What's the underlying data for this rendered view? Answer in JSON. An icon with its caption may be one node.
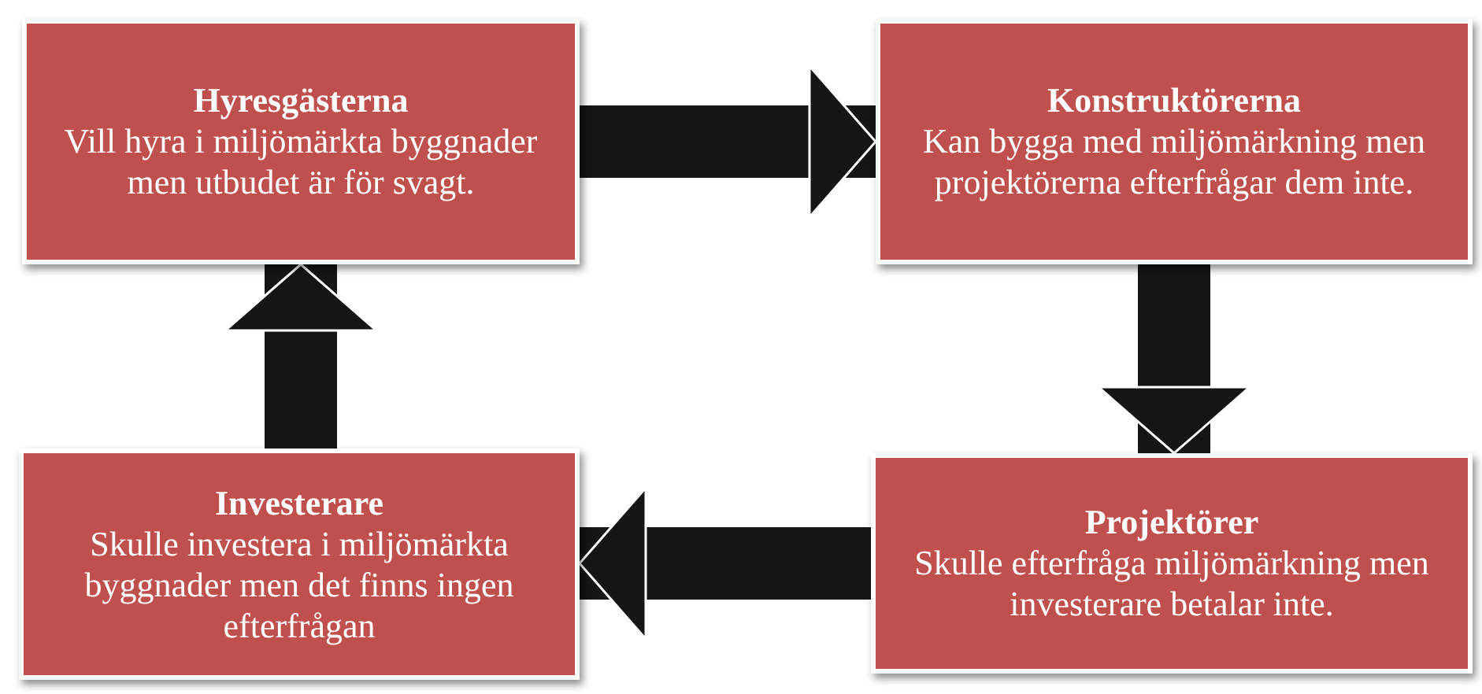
{
  "diagram": {
    "nodes": [
      {
        "text": [
          "Hyresgästerna",
          "Vill hyra i miljömärkta byggnader men utbudet är för svagt."
        ]
      },
      {
        "text": [
          "Konstruktörerna",
          "Kan bygga med miljömärkning men projektörerna efterfrågar dem inte."
        ]
      },
      {
        "text": [
          "Projektörer",
          "Skulle efterfråga miljömärkning men investerare betalar inte."
        ]
      },
      {
        "text": [
          "Investerare",
          "Skulle investera i miljömärkta byggnader men det finns ingen efterfrågan"
        ]
      }
    ],
    "edges": [
      {
        "from": 0,
        "to": 1,
        "arrow": "to"
      },
      {
        "from": 1,
        "to": 2,
        "arrow": "to"
      },
      {
        "from": 2,
        "to": 3,
        "arrow": "to"
      },
      {
        "from": 3,
        "to": 0,
        "arrow": "to"
      }
    ]
  }
}
